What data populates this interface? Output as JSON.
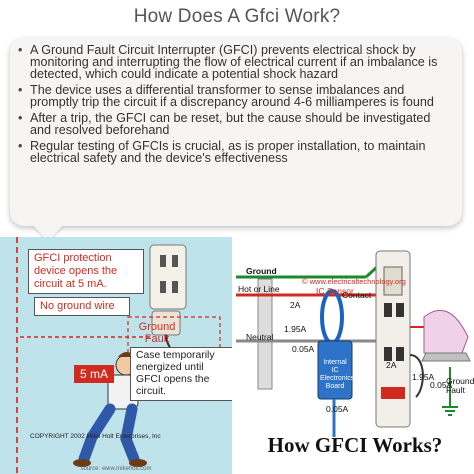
{
  "title": "How Does A Gfci Work?",
  "bullets": [
    "A Ground Fault Circuit Interrupter (GFCI) prevents electrical shock by monitoring and interrupting the flow of electrical current if an imbalance is detected, which could indicate a potential shock hazard",
    "The device uses a differential transformer to sense imbalances and promptly trip the circuit if a discrepancy around 4-6 milliamperes is found",
    "After a trip, the GFCI can be reset, but the cause should be investigated and resolved beforehand",
    "Regular testing of GFCIs is crucial, as is proper installation, to maintain electrical safety and the device's effectiveness"
  ],
  "left_image": {
    "callout_protection": "GFCI protection device opens the circuit at 5 mA.",
    "callout_no_ground": "No ground wire",
    "ground_fault": "Ground Fault",
    "case_text": "Case temporarily energized until GFCI opens the circuit.",
    "current": "5 mA",
    "copyright": "COPYRIGHT 2002 Mike Holt Enterprises, Inc",
    "source": "source: www.mikeholt.com"
  },
  "right_image": {
    "ground": "Ground",
    "hot_or_line": "Hot or Line",
    "neutral": "Neutral",
    "url": "© www.electricaltechnology.org",
    "sensor": "IC Sensor",
    "contact": "Contact",
    "a2": "2A",
    "a195_top": "1.95A",
    "a005_left": "0.05A",
    "board": "Internal IC Electronics Board",
    "a005_board": "0.05A",
    "a2_right": "2A",
    "a195_right": "1.95A",
    "a005_right": "0.05A",
    "ground_fault": "Ground Fault",
    "caption": "How GFCI Works?"
  },
  "colors": {
    "accent_red": "#d12b1f",
    "left_bg": "#bfe3ea",
    "card_bg": "#f6f5f3"
  }
}
